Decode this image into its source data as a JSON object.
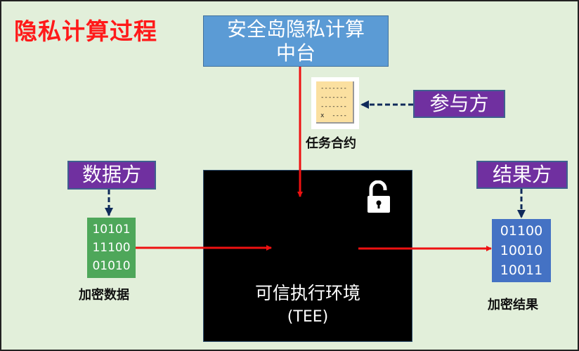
{
  "title": "隐私计算过程",
  "platform": {
    "line1": "安全岛隐私计算",
    "line2": "中台"
  },
  "contract": {
    "label": "任务合约",
    "lines": [
      "-------",
      "-------",
      "-------",
      "x  ----"
    ]
  },
  "participant": "参与方",
  "data_provider": "数据方",
  "result_party": "结果方",
  "encrypted_data": {
    "bits": [
      "10101",
      "11100",
      "01010"
    ],
    "label": "加密数据"
  },
  "encrypted_result": {
    "bits": [
      "01100",
      "10010",
      "10011"
    ],
    "label": "加密结果"
  },
  "tee": {
    "name": "可信执行环境",
    "abbr": "(TEE)"
  },
  "colors": {
    "red": "#ee1111",
    "purple": "#7030a0",
    "blue_box": "#5b9bd5",
    "green": "#4ea75a",
    "result_blue": "#4472c4",
    "dashed": "#0f2a5a"
  }
}
